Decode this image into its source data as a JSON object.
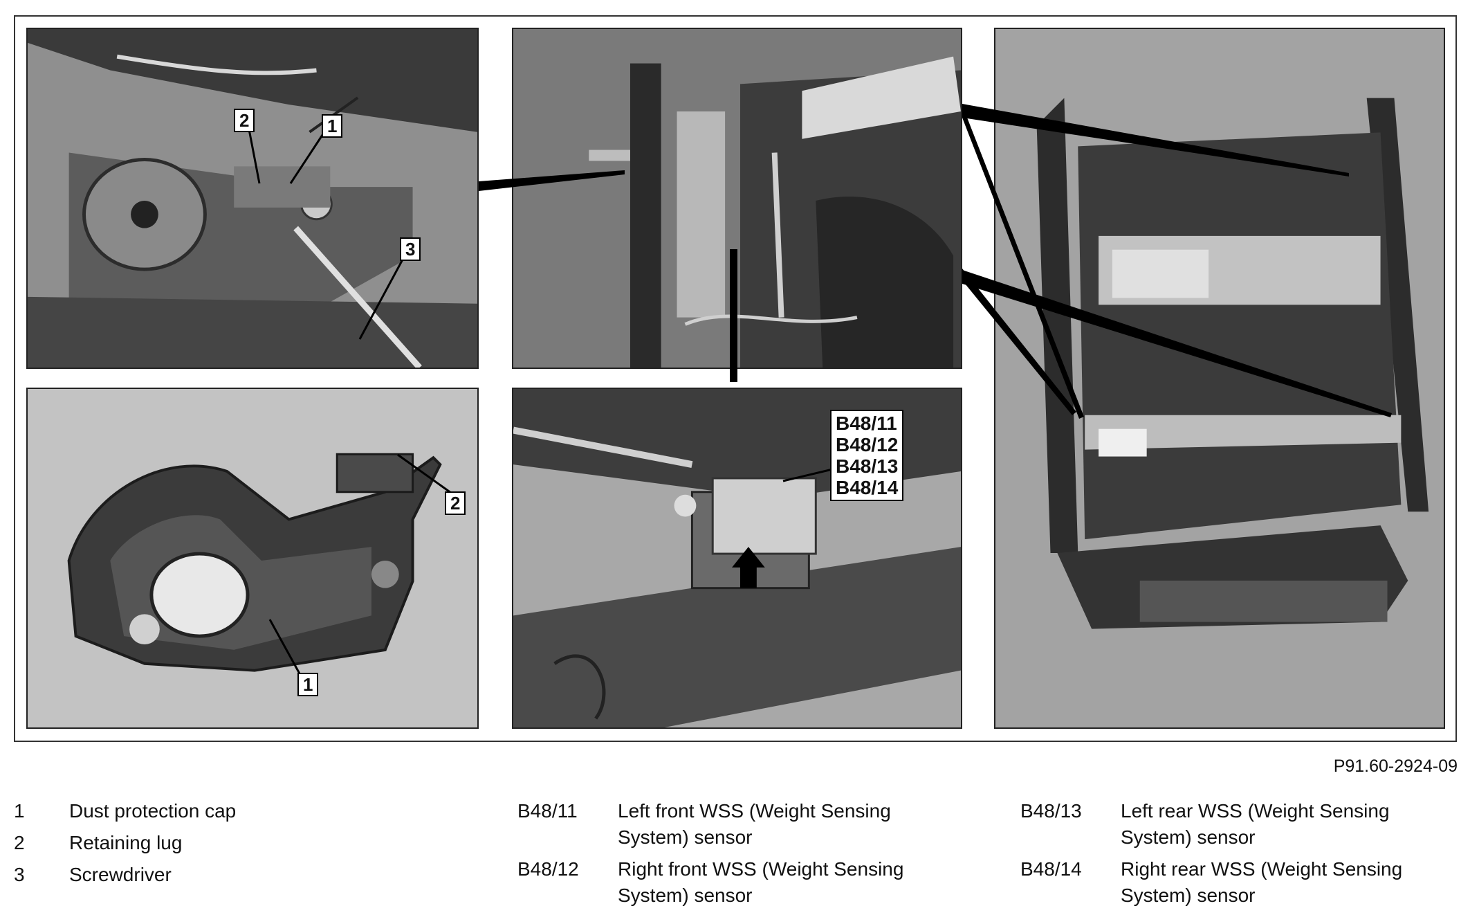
{
  "figure": {
    "reference_code": "P91.60-2924-09",
    "callouts": {
      "panel1": [
        "1",
        "2",
        "3"
      ],
      "panel2": [
        "1",
        "2"
      ],
      "sensor_group": [
        "B48/11",
        "B48/12",
        "B48/13",
        "B48/14"
      ]
    }
  },
  "legend": {
    "column1": [
      {
        "key": "1",
        "text": "Dust protection cap"
      },
      {
        "key": "2",
        "text": "Retaining lug"
      },
      {
        "key": "3",
        "text": "Screwdriver"
      }
    ],
    "column2": [
      {
        "key": "B48/11",
        "text": "Left front WSS (Weight Sensing System) sensor"
      },
      {
        "key": "B48/12",
        "text": "Right front WSS (Weight Sensing System) sensor"
      }
    ],
    "column3": [
      {
        "key": "B48/13",
        "text": "Left rear WSS (Weight Sensing System) sensor"
      },
      {
        "key": "B48/14",
        "text": "Right rear WSS (Weight Sensing System) sensor"
      }
    ]
  }
}
